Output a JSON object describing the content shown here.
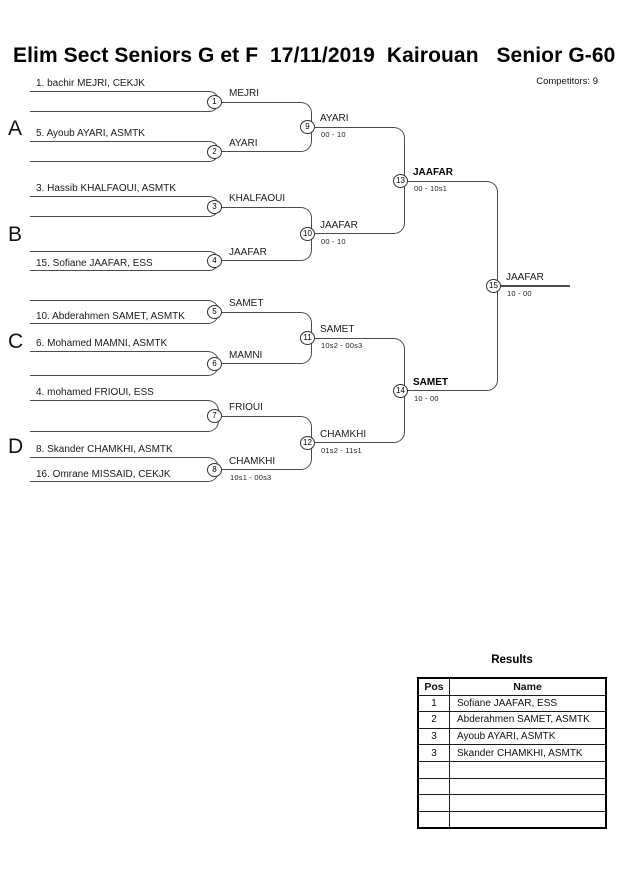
{
  "header": {
    "title": "Elim Sect Seniors G et F  17/11/2019  Kairouan   Senior G-60",
    "competitors": "Competitors: 9"
  },
  "colors": {
    "background": "#ffffff",
    "line": "#4b4b4b",
    "text": "#1a1a1a",
    "table_border": "#000000"
  },
  "bracket": {
    "sections": [
      "A",
      "B",
      "C",
      "D"
    ],
    "round1": [
      {
        "match": 1,
        "top": "1. bachir MEJRI, CEKJK",
        "bottom": "",
        "winner": "MEJRI",
        "score": ""
      },
      {
        "match": 2,
        "top": "5. Ayoub AYARI, ASMTK",
        "bottom": "",
        "winner": "AYARI",
        "score": ""
      },
      {
        "match": 3,
        "top": "3. Hassib KHALFAOUI, ASMTK",
        "bottom": "",
        "winner": "KHALFAOUI",
        "score": ""
      },
      {
        "match": 4,
        "top": "",
        "bottom": "15. Sofiane JAAFAR, ESS",
        "winner": "JAAFAR",
        "score": ""
      },
      {
        "match": 5,
        "top": "",
        "bottom": "10. Abderahmen SAMET, ASMTK",
        "winner": "SAMET",
        "score": ""
      },
      {
        "match": 6,
        "top": "6. Mohamed MAMNI, ASMTK",
        "bottom": "",
        "winner": "MAMNI",
        "score": ""
      },
      {
        "match": 7,
        "top": "4. mohamed FRIOUI, ESS",
        "bottom": "",
        "winner": "FRIOUI",
        "score": ""
      },
      {
        "match": 8,
        "top": "8. Skander CHAMKHI, ASMTK",
        "bottom": "16. Omrane MISSAID, CEKJK",
        "winner": "CHAMKHI",
        "score": "10s1 - 00s3"
      }
    ],
    "round2": [
      {
        "match": 9,
        "winner": "AYARI",
        "score": "00 - 10"
      },
      {
        "match": 10,
        "winner": "JAAFAR",
        "score": "00 - 10"
      },
      {
        "match": 11,
        "winner": "SAMET",
        "score": "10s2 - 00s3"
      },
      {
        "match": 12,
        "winner": "CHAMKHI",
        "score": "01s2 - 11s1"
      }
    ],
    "round3": [
      {
        "match": 13,
        "winner": "JAAFAR",
        "score": "00 - 10s1"
      },
      {
        "match": 14,
        "winner": "SAMET",
        "score": "10 - 00"
      }
    ],
    "final": {
      "match": 15,
      "winner": "JAAFAR",
      "score": "10 - 00"
    }
  },
  "results": {
    "title": "Results",
    "columns": [
      "Pos",
      "Name"
    ],
    "rows": [
      [
        "1",
        "Sofiane JAAFAR, ESS"
      ],
      [
        "2",
        "Abderahmen SAMET, ASMTK"
      ],
      [
        "3",
        "Ayoub AYARI, ASMTK"
      ],
      [
        "3",
        "Skander CHAMKHI, ASMTK"
      ],
      [
        "",
        ""
      ],
      [
        "",
        ""
      ],
      [
        "",
        ""
      ],
      [
        "",
        ""
      ]
    ]
  }
}
